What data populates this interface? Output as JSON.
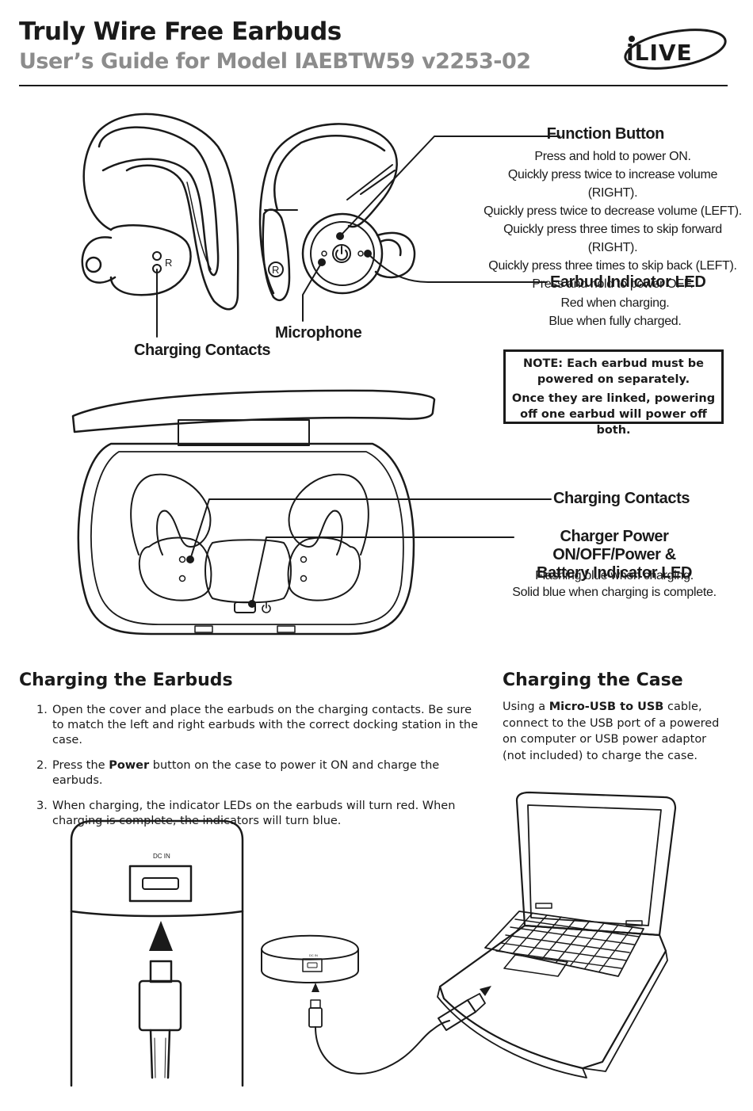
{
  "header": {
    "title": "Truly Wire Free Earbuds",
    "subtitle": "User’s Guide for Model IAEBTW59 v2253-02",
    "logo_text": "iLIVE"
  },
  "earbuds_diagram": {
    "function_button": {
      "title": "Function Button",
      "lines": [
        "Press and hold to power ON.",
        "Quickly press twice to increase volume (RIGHT).",
        "Quickly press twice to decrease volume (LEFT).",
        "Quickly press three times to skip forward (RIGHT).",
        "Quickly press three times to skip back (LEFT).",
        "Press and hold to power OFF."
      ]
    },
    "indicator_led": {
      "title": "Earbud Indicator LED",
      "lines": [
        "Red when charging.",
        "Blue when fully charged."
      ]
    },
    "microphone": "Microphone",
    "charging_contacts": "Charging Contacts",
    "r_mark": "R"
  },
  "note": {
    "line1": "NOTE: Each earbud must be powered on separately.",
    "line2": "Once they are linked, powering off one earbud will power off both."
  },
  "case_diagram": {
    "charging_contacts": "Charging Contacts",
    "charger_power_title_1": "Charger Power ON/OFF/Power &",
    "charger_power_title_2": "Battery Indicator LED",
    "lines": [
      "Flashing blue when charging.",
      "Solid blue when charging is complete."
    ]
  },
  "charging_earbuds": {
    "heading": "Charging the Earbuds",
    "steps": [
      {
        "num": "1.",
        "text": "Open the cover and place the earbuds on the charging contacts. Be sure to match the left and right earbuds with the correct docking station in the case."
      },
      {
        "num": "2.",
        "pre": "Press the ",
        "bold": "Power",
        "post": " button on the case to power it ON and charge the earbuds."
      },
      {
        "num": "3.",
        "text": "When charging, the indicator LEDs on the earbuds will turn red. When charging is complete, the indicators will turn blue."
      }
    ]
  },
  "charging_case": {
    "heading": "Charging the Case",
    "pre": "Using a ",
    "bold": "Micro-USB to USB",
    "post": " cable, connect to the USB port of a powered on computer or USB power adaptor (not included) to charge the case."
  },
  "port_label": "DC IN"
}
